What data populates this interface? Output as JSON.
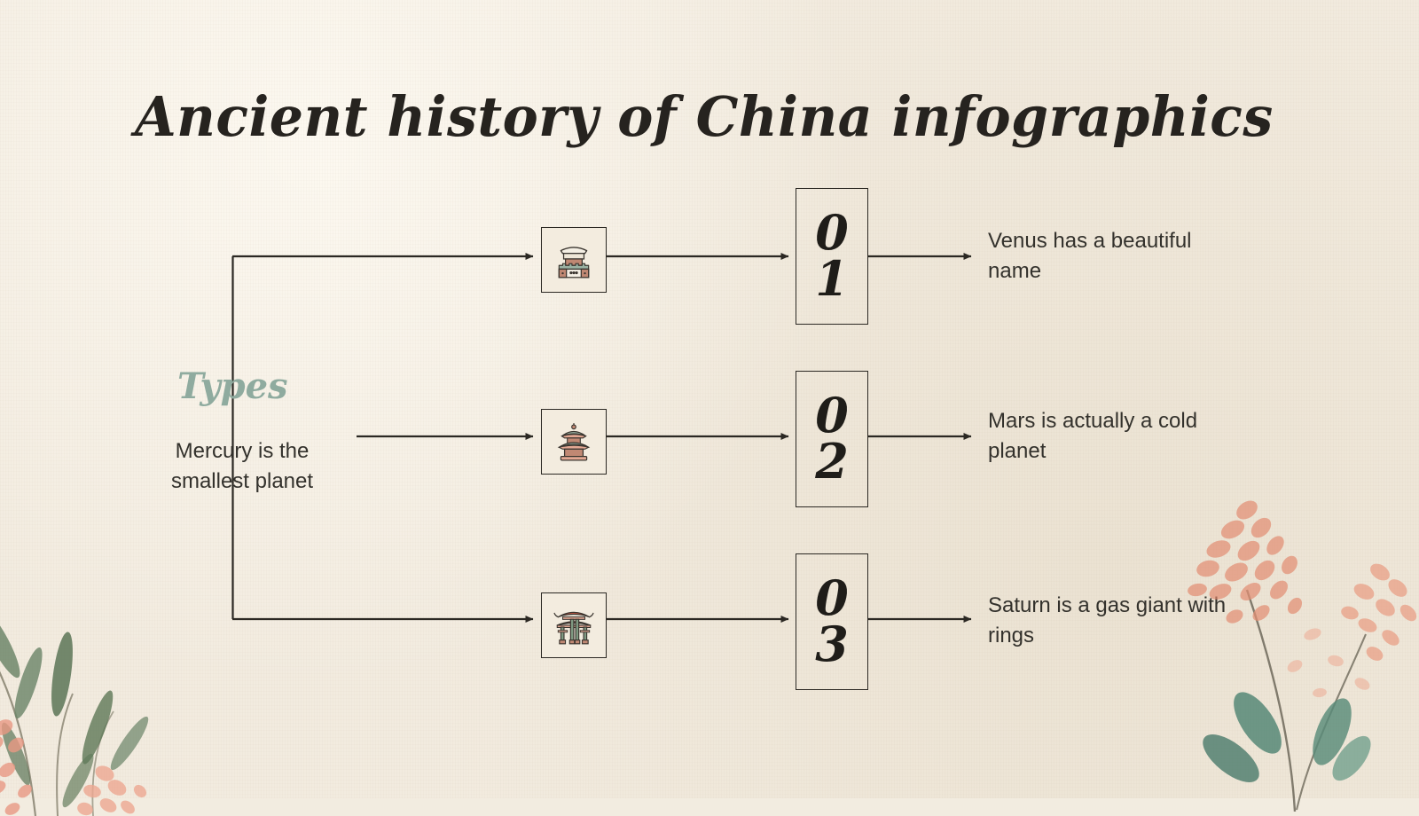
{
  "slide": {
    "title": "Ancient history of China infographics",
    "background_color": "#f2ece0",
    "ink_color": "#26231f",
    "accent_green": "#8fab9f",
    "accent_coral": "#e08b72"
  },
  "left_group": {
    "label": "Types",
    "caption": "Mercury is the smallest planet"
  },
  "rows": [
    {
      "number_top": "0",
      "number_bottom": "1",
      "number": "01",
      "icon": "chinese-gate-fortress-icon",
      "caption": "Venus has a beautiful name"
    },
    {
      "number_top": "0",
      "number_bottom": "2",
      "number": "02",
      "icon": "pagoda-icon",
      "caption": "Mars is actually a cold planet"
    },
    {
      "number_top": "0",
      "number_bottom": "3",
      "number": "03",
      "icon": "paifang-gate-icon",
      "caption": "Saturn is a gas giant with rings"
    }
  ],
  "decorations": {
    "bottom_left": "watercolor-leaf-branch-with-pink-blossoms",
    "bottom_right": "watercolor-coral-blossom-sprig-with-green-leaves"
  }
}
